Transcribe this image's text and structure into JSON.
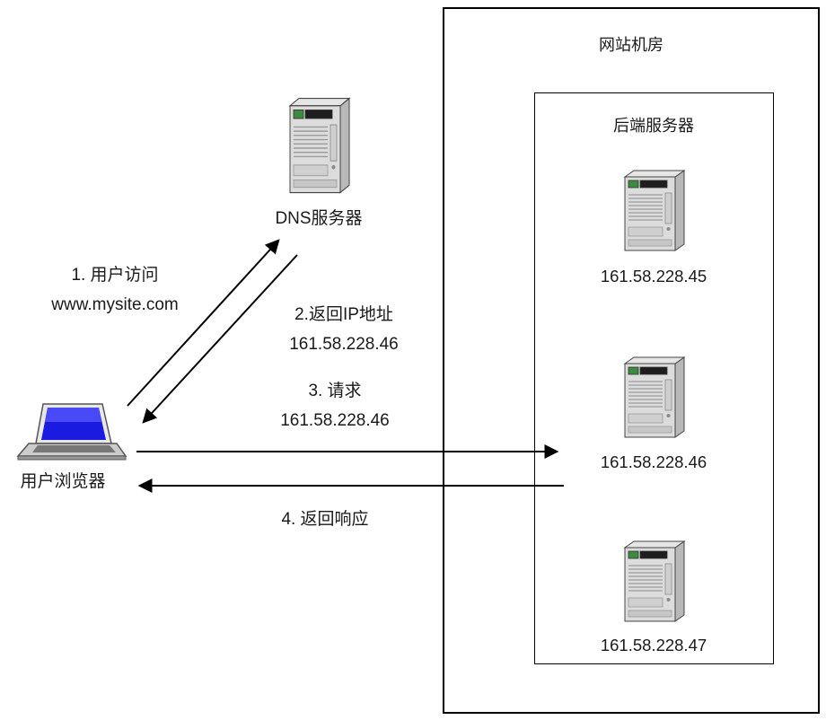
{
  "diagram": {
    "datacenter": {
      "title": "网站机房"
    },
    "backend": {
      "title": "后端服务器"
    },
    "dns": {
      "label": "DNS服务器"
    },
    "client": {
      "label": "用户浏览器"
    },
    "servers": [
      {
        "ip": "161.58.228.45"
      },
      {
        "ip": "161.58.228.46"
      },
      {
        "ip": "161.58.228.47"
      }
    ],
    "steps": [
      {
        "line1": "1. 用户访问",
        "line2": "www.mysite.com"
      },
      {
        "line1": "2.返回IP地址",
        "line2": "161.58.228.46"
      },
      {
        "line1": "3. 请求",
        "line2": "161.58.228.46"
      },
      {
        "line1": "4. 返回响应"
      }
    ]
  }
}
